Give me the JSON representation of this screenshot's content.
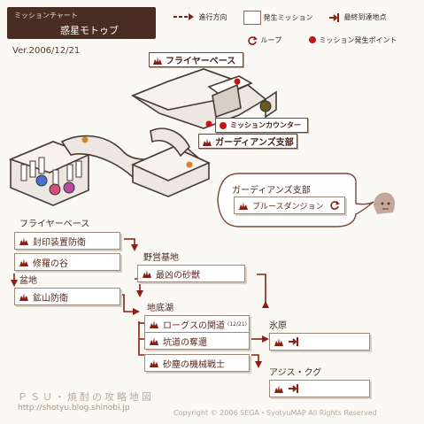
{
  "header": {
    "subtitle": "ミッションチャート",
    "title": "惑星モトゥブ",
    "version": "Ver.2006/12/21"
  },
  "legend": {
    "direction": "進行方向",
    "mission_start": "発生ミッション",
    "final_point": "最終到達地点",
    "loop": "ループ",
    "mission_point": "ミッション発生ポイント"
  },
  "map": {
    "flyer_base": "フライヤーベース",
    "mission_counter": "ミッションカウンター",
    "guardians_branch": "ガーディアンズ支部"
  },
  "bubble": {
    "title": "ガーディアンズ支部",
    "mission": "ブルースダンジョン"
  },
  "chart": {
    "area1": "フライヤーベース",
    "m_seal": "封印装置防衛",
    "m_shura": "修羅の谷",
    "area2": "盆地",
    "m_mine": "鉱山防衛",
    "area3": "野営基地",
    "m_beast": "最凶の砂獣",
    "area4": "地底湖",
    "m_rogue": "ローグスの関道",
    "m_rogue_note": "(12/21)",
    "m_tunnel": "坑道の奪還",
    "m_sand": "砂塵の機械戦士",
    "area5": "氷原",
    "area6": "アジス・クグ"
  },
  "footer": {
    "site": "ＰＳＵ・焼酎の攻略地図",
    "url": "http://shotyu.blog.shinobi.jp",
    "copyright": "Copyright © 2006 SEGA・SyotyuMAP All Rights Reserved"
  },
  "colors": {
    "accent": "#7a2a1e",
    "title_bg": "#4a2d22",
    "mission_icon": "#8b1e14"
  }
}
